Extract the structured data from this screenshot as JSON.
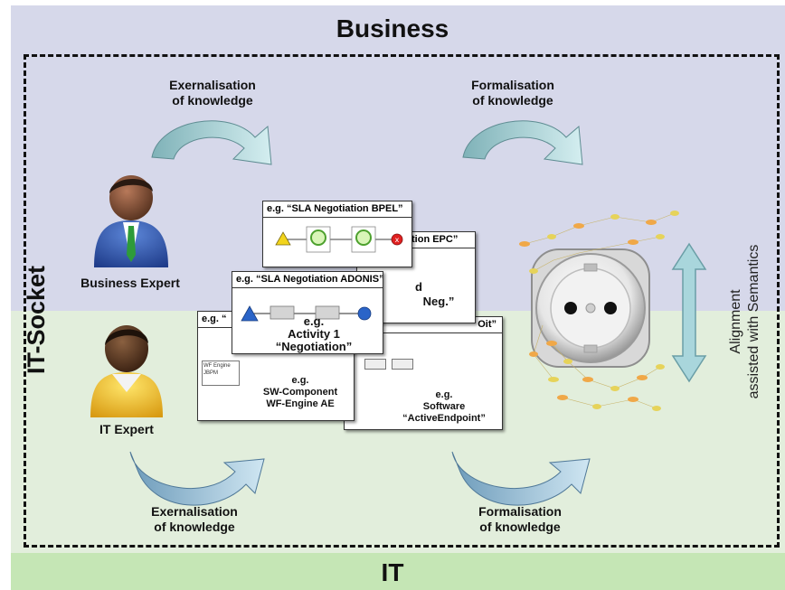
{
  "zones": {
    "top_label": "Business",
    "bottom_label": "IT",
    "side_label": "IT-Socket"
  },
  "roles": {
    "business": "Business Expert",
    "it": "IT Expert"
  },
  "arrows": {
    "top_left": [
      "Exernalisation",
      "of knowledge"
    ],
    "top_right": [
      "Formalisation",
      "of knowledge"
    ],
    "bottom_left": [
      "Exernalisation",
      "of knowledge"
    ],
    "bottom_right": [
      "Formalisation",
      "of knowledge"
    ]
  },
  "alignment": [
    "Alignment",
    "assisted with Semantics"
  ],
  "windows": {
    "bpel": {
      "title": "e.g. “SLA Negotiation BPEL”"
    },
    "epc": {
      "title": "tion EPC”",
      "body_frag": "Neg.”",
      "body_frag2": "d"
    },
    "adonis": {
      "title": "e.g. “SLA Negotiation ADONIS”",
      "body": [
        "e.g.",
        "Activity 1",
        "“Negotiation”"
      ]
    },
    "wf": {
      "title": "e.g. “",
      "body": [
        "e.g.",
        "SW-Component",
        "WF-Engine AE"
      ],
      "side": "WF Engine JBPM"
    },
    "software": {
      "title": "Oit”",
      "body": [
        "e.g.",
        "Software",
        "“ActiveEndpoint”"
      ]
    }
  },
  "colors": {
    "business_band": "#d6d8ea",
    "it_band": "#e2eedc",
    "arrow_top": "#a8d4d8",
    "arrow_bottom": "#9bbcd8",
    "alignment_arrow": "#a9d6dc"
  }
}
